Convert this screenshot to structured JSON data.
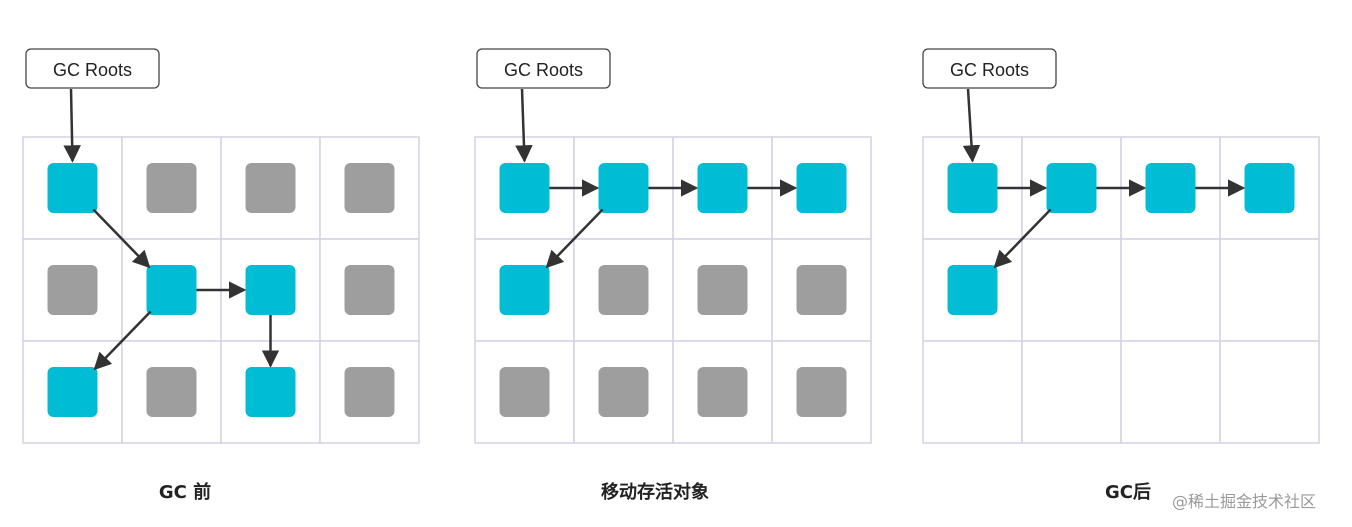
{
  "colors": {
    "live": "#00bcd4",
    "dead": "#9e9e9e",
    "grid": "#d3d3e3",
    "arrow": "#333333",
    "root_border": "#444444"
  },
  "panels": [
    {
      "id": "before-gc",
      "root_label": "GC Roots",
      "caption": "GC 前",
      "cells": [
        [
          "live",
          "dead",
          "dead",
          "dead"
        ],
        [
          "dead",
          "live",
          "live",
          "dead"
        ],
        [
          "live",
          "dead",
          "live",
          "dead"
        ]
      ],
      "root_target": [
        0,
        0
      ],
      "arrows": [
        [
          [
            0,
            0
          ],
          [
            1,
            1
          ]
        ],
        [
          [
            1,
            1
          ],
          [
            1,
            2
          ]
        ],
        [
          [
            1,
            1
          ],
          [
            2,
            0
          ]
        ],
        [
          [
            1,
            2
          ],
          [
            2,
            2
          ]
        ]
      ]
    },
    {
      "id": "move-live-objects",
      "root_label": "GC Roots",
      "caption": "移动存活对象",
      "cells": [
        [
          "live",
          "live",
          "live",
          "live"
        ],
        [
          "live",
          "dead",
          "dead",
          "dead"
        ],
        [
          "dead",
          "dead",
          "dead",
          "dead"
        ]
      ],
      "root_target": [
        0,
        0
      ],
      "arrows": [
        [
          [
            0,
            0
          ],
          [
            0,
            1
          ]
        ],
        [
          [
            0,
            1
          ],
          [
            0,
            2
          ]
        ],
        [
          [
            0,
            2
          ],
          [
            0,
            3
          ]
        ],
        [
          [
            0,
            1
          ],
          [
            1,
            0
          ]
        ]
      ]
    },
    {
      "id": "after-gc",
      "root_label": "GC Roots",
      "caption": "GC后",
      "cells": [
        [
          "live",
          "live",
          "live",
          "live"
        ],
        [
          "live",
          "empty",
          "empty",
          "empty"
        ],
        [
          "empty",
          "empty",
          "empty",
          "empty"
        ]
      ],
      "root_target": [
        0,
        0
      ],
      "arrows": [
        [
          [
            0,
            0
          ],
          [
            0,
            1
          ]
        ],
        [
          [
            0,
            1
          ],
          [
            0,
            2
          ]
        ],
        [
          [
            0,
            2
          ],
          [
            0,
            3
          ]
        ],
        [
          [
            0,
            1
          ],
          [
            1,
            0
          ]
        ]
      ]
    }
  ],
  "watermark": "@稀土掘金技术社区"
}
